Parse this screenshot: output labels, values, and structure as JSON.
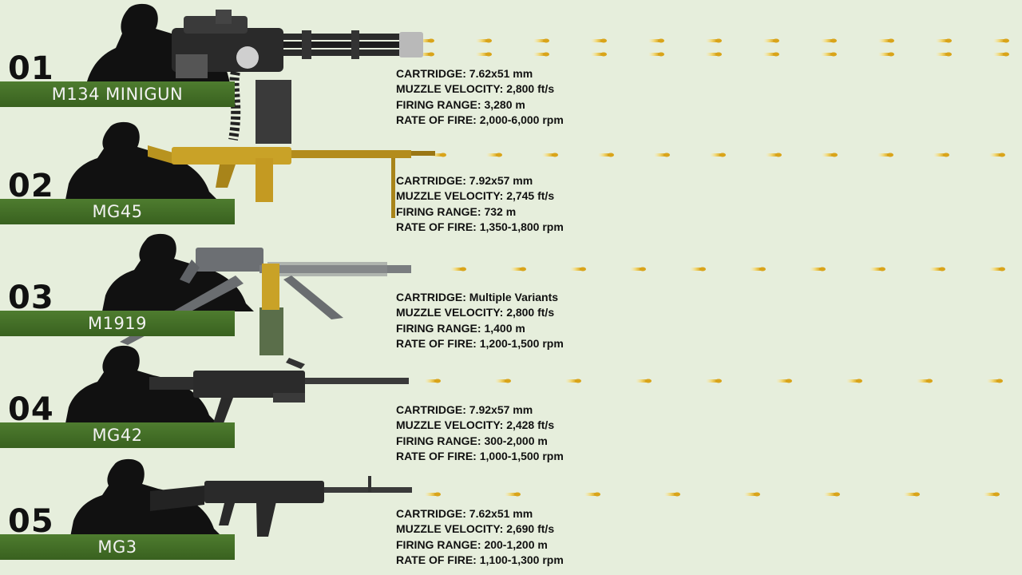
{
  "labels": {
    "cartridge": "CARTRIDGE:",
    "muzzle_velocity": "MUZZLE VELOCITY:",
    "firing_range": "FIRING RANGE:",
    "rate_of_fire": "RATE OF FIRE:"
  },
  "colors": {
    "background": "#e6eedc",
    "name_bar": "#44712a",
    "bullet_tip": "#e8b820",
    "silhouette": "#111111"
  },
  "weapons": [
    {
      "rank": "01",
      "name": "M134 MINIGUN",
      "cartridge": "7.62x51 mm",
      "muzzle_velocity": "2,800 ft/s",
      "firing_range": "3,280 m",
      "rate_of_fire": "2,000-6,000 rpm"
    },
    {
      "rank": "02",
      "name": "MG45",
      "cartridge": "7.92x57 mm",
      "muzzle_velocity": "2,745 ft/s",
      "firing_range": "732 m",
      "rate_of_fire": "1,350-1,800 rpm"
    },
    {
      "rank": "03",
      "name": "M1919",
      "cartridge": "Multiple Variants",
      "muzzle_velocity": "2,800 ft/s",
      "firing_range": "1,400 m",
      "rate_of_fire": "1,200-1,500 rpm"
    },
    {
      "rank": "04",
      "name": "MG42",
      "cartridge": "7.92x57 mm",
      "muzzle_velocity": "2,428 ft/s",
      "firing_range": "300-2,000 m",
      "rate_of_fire": "1,000-1,500 rpm"
    },
    {
      "rank": "05",
      "name": "MG3",
      "cartridge": "7.62x51 mm",
      "muzzle_velocity": "2,690 ft/s",
      "firing_range": "200-1,200 m",
      "rate_of_fire": "1,100-1,300 rpm"
    }
  ]
}
